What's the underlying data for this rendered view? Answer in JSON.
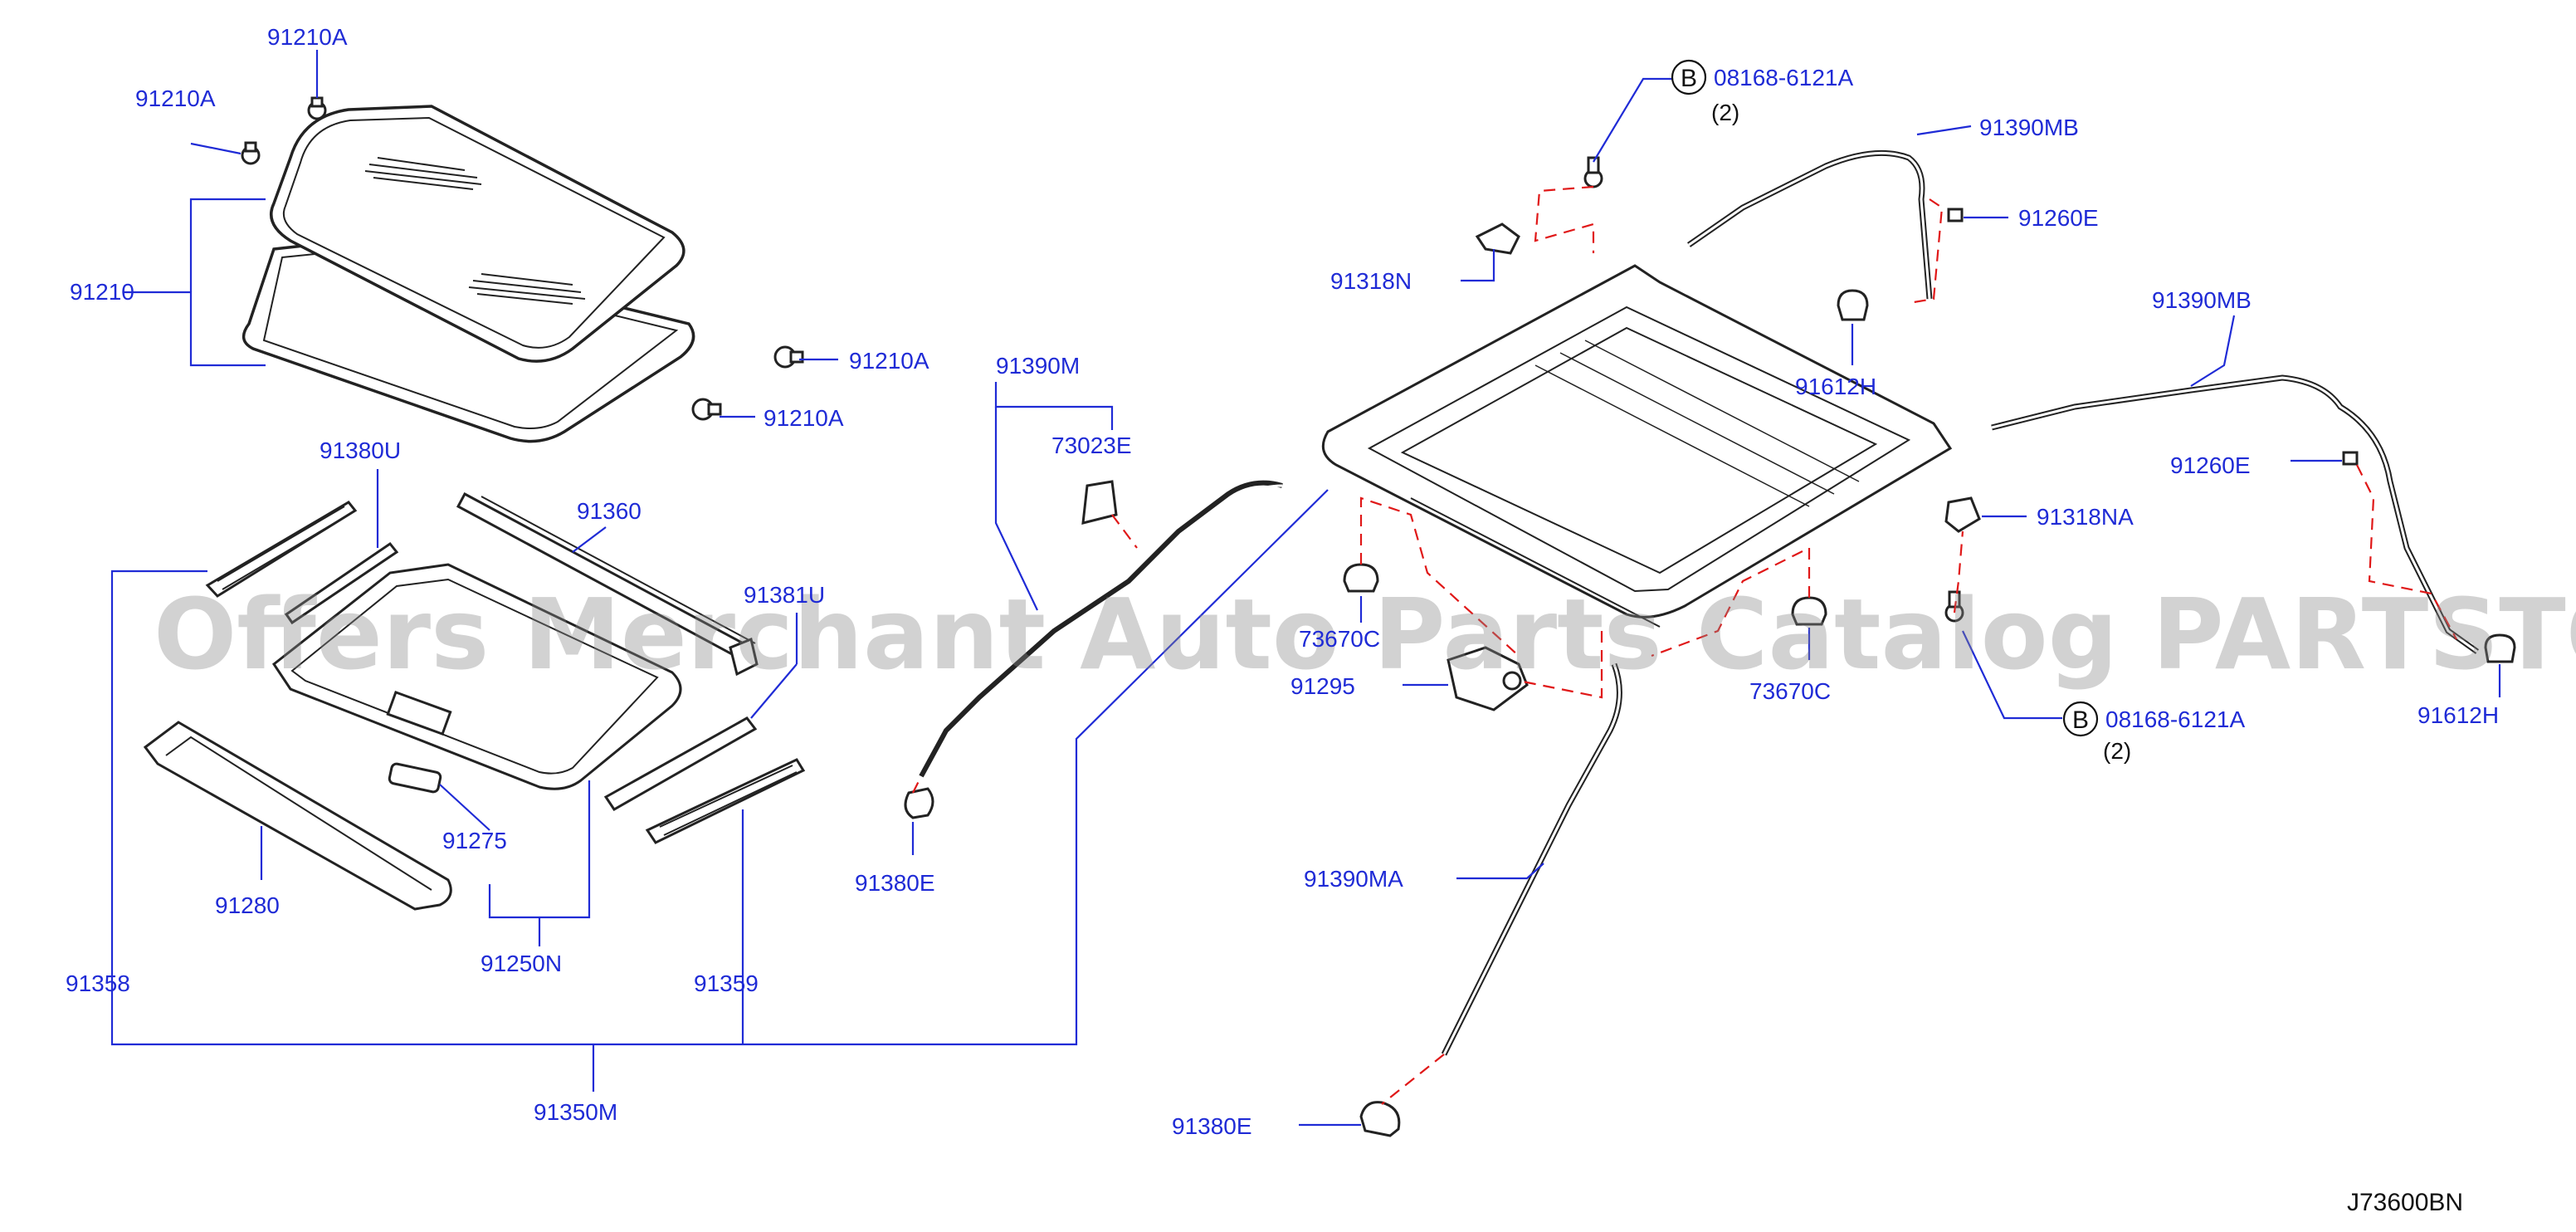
{
  "diagram_code": "J73600BN",
  "watermark": "Offers Merchant Auto Parts Catalog PARTSTORE.SA",
  "bolt_symbol": "B",
  "labels": {
    "p91210A_a": "91210A",
    "p91210A_b": "91210A",
    "p91210A_c": "91210A",
    "p91210A_d": "91210A",
    "p91210": "91210",
    "p91380U": "91380U",
    "p91360": "91360",
    "p91381U": "91381U",
    "p91275": "91275",
    "p91280": "91280",
    "p91250N": "91250N",
    "p91358": "91358",
    "p91359": "91359",
    "p91350M": "91350M",
    "p91390M": "91390M",
    "p73023E": "73023E",
    "p91380E_a": "91380E",
    "p91380E_b": "91380E",
    "p91318N": "91318N",
    "p08168_a": "08168-6121A",
    "p08168_a_qty": "(2)",
    "p91390MB_a": "91390MB",
    "p91260E_a": "91260E",
    "p91612H_a": "91612H",
    "p91390MB_b": "91390MB",
    "p91260E_b": "91260E",
    "p91318NA": "91318NA",
    "p08168_b": "08168-6121A",
    "p08168_b_qty": "(2)",
    "p91612H_b": "91612H",
    "p73670C_a": "73670C",
    "p73670C_b": "73670C",
    "p91295": "91295",
    "p91390MA": "91390MA"
  }
}
